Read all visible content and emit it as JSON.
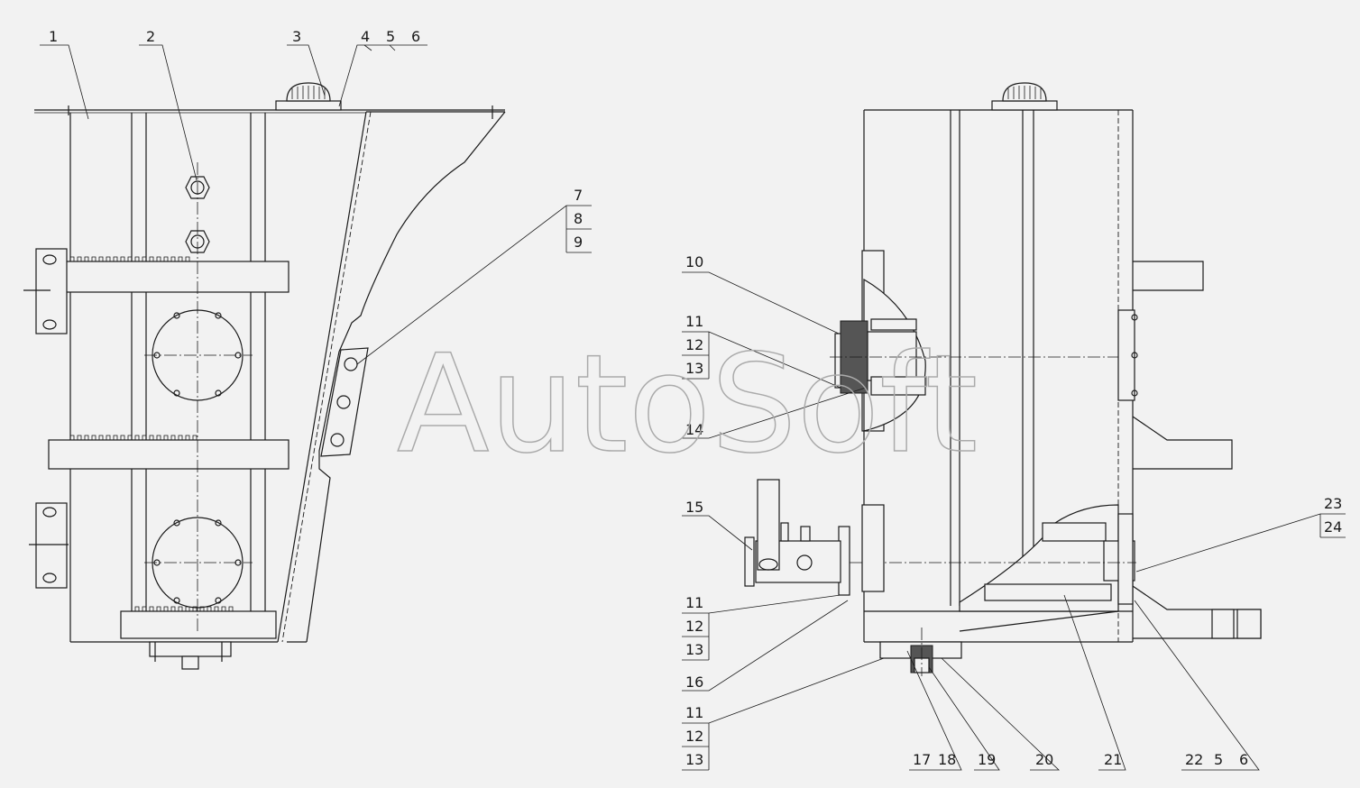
{
  "watermark": "AutoSoft",
  "callouts": {
    "c1": "1",
    "c2": "2",
    "c3": "3",
    "c4": "4",
    "c5": "5",
    "c6": "6",
    "c7": "7",
    "c8": "8",
    "c9": "9",
    "c10": "10",
    "c11a": "11",
    "c12a": "12",
    "c13a": "13",
    "c14": "14",
    "c15": "15",
    "c11b": "11",
    "c12b": "12",
    "c13b": "13",
    "c16": "16",
    "c11c": "11",
    "c12c": "12",
    "c13c": "13",
    "c17": "17",
    "c18": "18",
    "c19": "19",
    "c20": "20",
    "c21": "21",
    "c22": "22",
    "c5b": "5",
    "c6b": "6",
    "c23": "23",
    "c24": "24"
  }
}
